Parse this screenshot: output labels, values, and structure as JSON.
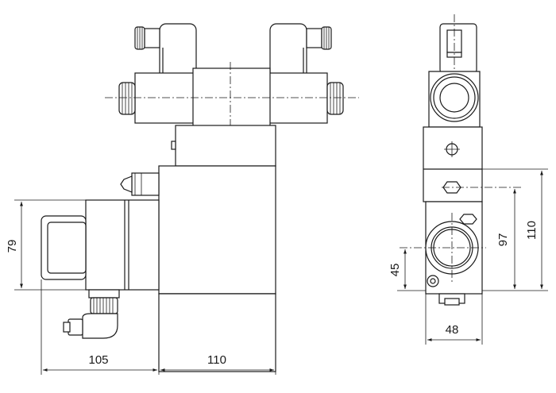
{
  "dimensions": {
    "side_width_left": "105",
    "side_width_right": "110",
    "height_left": "79",
    "front_width": "48",
    "front_height_small": "45",
    "front_height_mid": "97",
    "front_height_total": "110"
  },
  "colors": {
    "ink": "#1a1a1a",
    "background": "#ffffff"
  }
}
